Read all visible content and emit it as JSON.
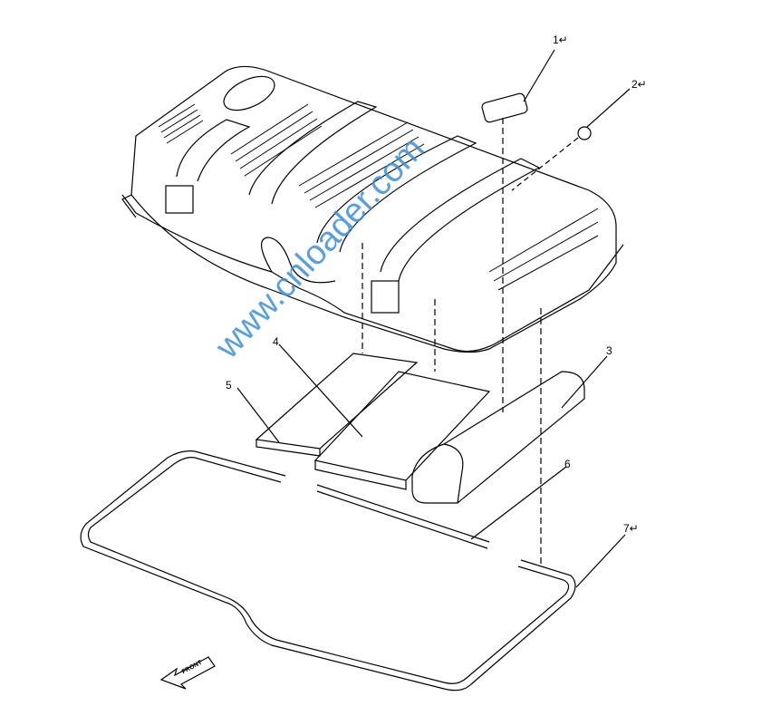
{
  "callouts": [
    {
      "id": "1",
      "label": "1↵"
    },
    {
      "id": "2",
      "label": "2↵"
    },
    {
      "id": "3",
      "label": "3"
    },
    {
      "id": "4",
      "label": "4"
    },
    {
      "id": "5",
      "label": "5"
    },
    {
      "id": "6",
      "label": "6"
    },
    {
      "id": "7",
      "label": "7↵"
    }
  ],
  "watermark": "www.cnloader.com",
  "direction_arrow": "FRONT",
  "colors": {
    "line": "#000000",
    "watermark": "#3d8fd6"
  }
}
